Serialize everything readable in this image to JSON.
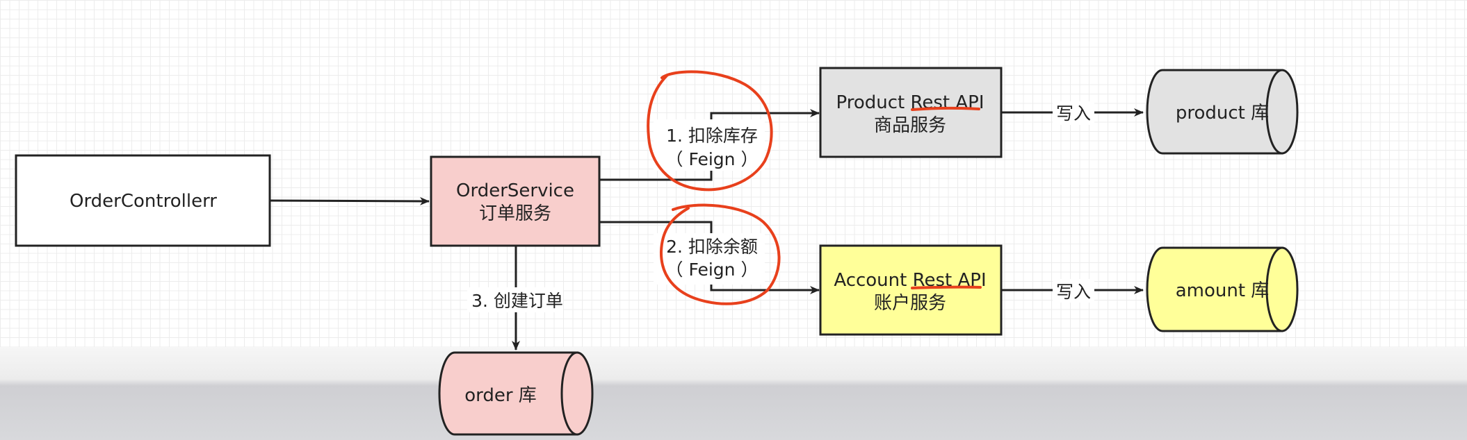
{
  "nodes": {
    "order_controller": {
      "label": "OrderControllerr",
      "fill": "#ffffff"
    },
    "order_service": {
      "line1": "OrderService",
      "line2": "订单服务",
      "fill": "#f8cecc"
    },
    "product_api": {
      "line1_prefix": "Product ",
      "line1_highlight": "Rest API",
      "line2": "商品服务",
      "fill": "#e2e2e2"
    },
    "account_api": {
      "line1_prefix": "Account ",
      "line1_highlight": "Rest API",
      "line2": "账户服务",
      "fill": "#ffff99"
    },
    "product_db": {
      "label": "product 库",
      "fill": "#e2e2e2"
    },
    "amount_db": {
      "label": "amount 库",
      "fill": "#ffff99"
    },
    "order_db": {
      "label": "order 库",
      "fill": "#f8cecc"
    }
  },
  "edges": {
    "deduct_stock": {
      "line1": "1. 扣除库存",
      "line2": "（ Feign ）"
    },
    "deduct_balance": {
      "line1": "2. 扣除余额",
      "line2": "（ Feign ）"
    },
    "create_order": {
      "label": "3. 创建订单"
    },
    "write_product": {
      "label": "写入"
    },
    "write_amount": {
      "label": "写入"
    }
  },
  "colors": {
    "line": "#222222",
    "annotation": "#e8401c"
  }
}
